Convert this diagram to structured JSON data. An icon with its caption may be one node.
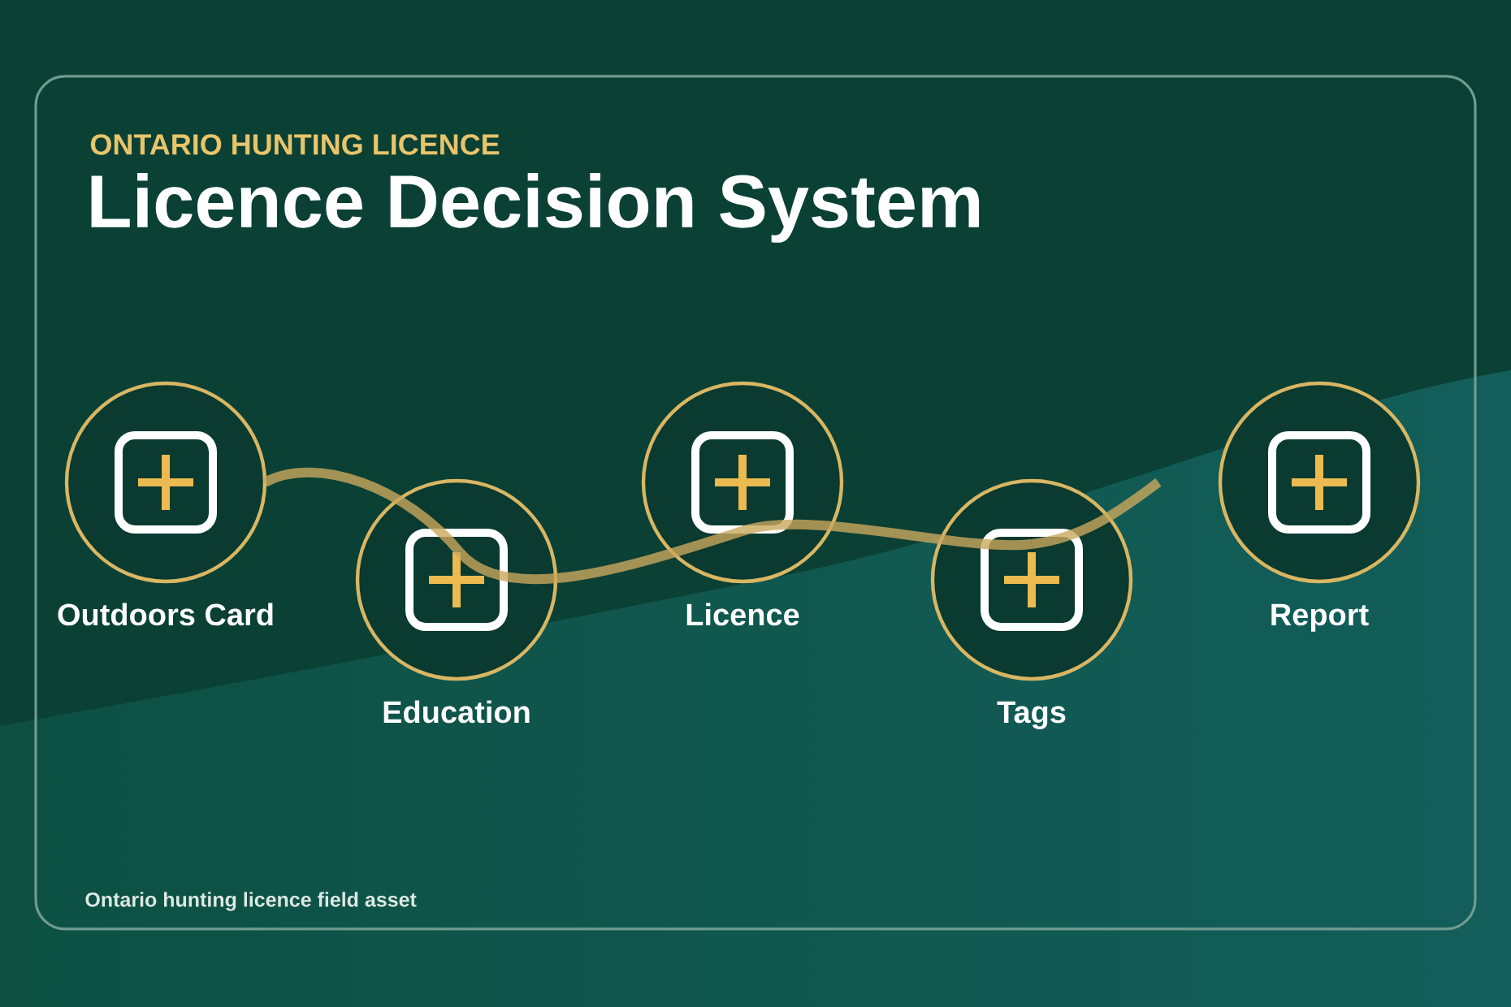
{
  "diagram": {
    "title": "Licence Decision System",
    "caption": "Ontario hunting licence field asset",
    "nodes": [
      {
        "text": [
          "Outdoors Card"
        ]
      },
      {
        "text": [
          "Education"
        ]
      },
      {
        "text": [
          "Licence"
        ]
      },
      {
        "text": [
          "Tags"
        ]
      },
      {
        "text": [
          "Report"
        ]
      }
    ],
    "edges": [
      {
        "from": 0,
        "to": 1,
        "arrow": "none"
      },
      {
        "from": 1,
        "to": 2,
        "arrow": "none"
      },
      {
        "from": 2,
        "to": 3,
        "arrow": "none"
      },
      {
        "from": 3,
        "to": null,
        "arrow": "none"
      }
    ],
    "labels": [
      "ONTARIO HUNTING LICENCE"
    ]
  }
}
